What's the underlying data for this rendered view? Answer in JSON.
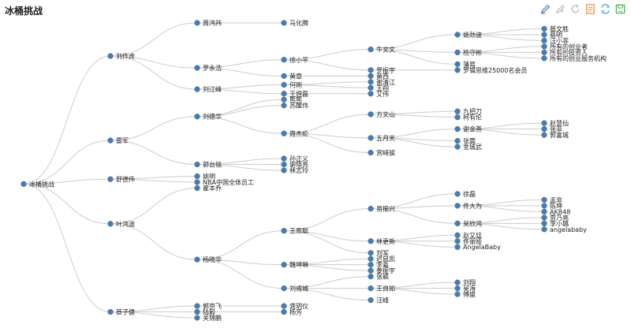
{
  "page": {
    "title": "冰桶挑战"
  },
  "toolbar": [
    {
      "name": "mark-tool",
      "icon": "pencil-icon",
      "color": "#4a7cb2"
    },
    {
      "name": "clear-mark-tool",
      "icon": "eraser-icon",
      "color": "#bbbbbb"
    },
    {
      "name": "refresh-tool",
      "icon": "refresh-icon",
      "color": "#bbbbbb"
    },
    {
      "name": "data-view-tool",
      "icon": "document-icon",
      "color": "#e6943a"
    },
    {
      "name": "restore-tool",
      "icon": "restore-icon",
      "color": "#3aa3e0"
    },
    {
      "name": "save-image-tool",
      "icon": "save-icon",
      "color": "#4caf50"
    }
  ],
  "colors": {
    "node": "#4a7cb2",
    "link": "#cccccc"
  },
  "tree": {
    "name": "冰桶挑战",
    "children": [
      {
        "name": "刘作虎",
        "children": [
          {
            "name": "周鸿祎",
            "children": [
              {
                "name": "马化腾"
              }
            ]
          },
          {
            "name": "罗永浩",
            "children": [
              {
                "name": "徐小平",
                "children": [
                  {
                    "name": "牛文文",
                    "children": [
                      {
                        "name": "姚劲波",
                        "children": [
                          {
                            "name": "蔡文胜"
                          },
                          {
                            "name": "蔡明"
                          },
                          {
                            "name": "汪小菲"
                          }
                        ]
                      },
                      {
                        "name": "杨守彬",
                        "children": [
                          {
                            "name": "所有的创业者"
                          },
                          {
                            "name": "所有的投资人"
                          },
                          {
                            "name": "所有的创业服务机构"
                          }
                        ]
                      },
                      {
                        "name": "蒲易"
                      }
                    ]
                  },
                  {
                    "name": "罗振宇",
                    "children": [
                      {
                        "name": "罗辑思维25000名会员"
                      }
                    ]
                  }
                ]
              },
              {
                "name": "黄章",
                "children": [
                  {
                    "name": "黄西"
                  }
                ]
              }
            ]
          },
          {
            "name": "刘江峰",
            "children": [
              {
                "name": "何刚",
                "children": [
                  {
                    "name": "谢清江"
                  },
                  {
                    "name": "王翔"
                  }
                ]
              },
              {
                "name": "王煜磊",
                "children": [
                  {
                    "name": "艾伟"
                  }
                ]
              }
            ]
          }
        ]
      },
      {
        "name": "雷军",
        "children": [
          {
            "name": "刘德华",
            "children": [
              {
                "name": "熊熊"
              },
              {
                "name": "苏醒伟"
              },
              {
                "name": "周杰伦",
                "children": [
                  {
                    "name": "方文山",
                    "children": [
                      {
                        "name": "九把刀"
                      },
                      {
                        "name": "柯有伦"
                      }
                    ]
                  },
                  {
                    "name": "五月天",
                    "children": [
                      {
                        "name": "谢金燕",
                        "children": [
                          {
                            "name": "赵慧仙"
                          },
                          {
                            "name": "张菲"
                          },
                          {
                            "name": "郭富城"
                          }
                        ]
                      },
                      {
                        "name": "张震"
                      },
                      {
                        "name": "金城武"
                      }
                    ]
                  },
                  {
                    "name": "宫崎骏"
                  }
                ]
              }
            ]
          },
          {
            "name": "郭台铭",
            "children": [
              {
                "name": "孙正义"
              },
              {
                "name": "谢晓亮"
              },
              {
                "name": "林志玲"
              }
            ]
          }
        ]
      },
      {
        "name": "舒德伟",
        "children": [
          {
            "name": "姚明"
          },
          {
            "name": "NBA中国全体员工"
          }
        ]
      },
      {
        "name": "叶鸿波",
        "children": [
          {
            "name": "翟本乔"
          },
          {
            "name": "杨晓华",
            "children": [
              {
                "name": "王思聪",
                "children": [
                  {
                    "name": "易振兴",
                    "children": [
                      {
                        "name": "徐磊"
                      },
                      {
                        "name": "佟大为",
                        "children": [
                          {
                            "name": "孟非"
                          },
                          {
                            "name": "陈坤"
                          },
                          {
                            "name": "AKB48"
                          }
                        ]
                      },
                      {
                        "name": "吴欣鸿",
                        "children": [
                          {
                            "name": "贾乃亮"
                          },
                          {
                            "name": "李小璐"
                          },
                          {
                            "name": "angelababy"
                          }
                        ]
                      }
                    ]
                  },
                  {
                    "name": "林更新",
                    "children": [
                      {
                        "name": "赵又廷"
                      },
                      {
                        "name": "佟丽娅"
                      },
                      {
                        "name": "AngelaBaby"
                      }
                    ]
                  },
                  {
                    "name": "刘军"
                  }
                ]
              },
              {
                "name": "魏坤琳",
                "children": [
                  {
                    "name": "迟鼠凯"
                  },
                  {
                    "name": "李淼"
                  },
                  {
                    "name": "姜振宇"
                  }
                ]
              },
              {
                "name": "刘成城",
                "children": [
                  {
                    "name": "张颖"
                  },
                  {
                    "name": "王自如",
                    "children": [
                      {
                        "name": "刘翔"
                      },
                      {
                        "name": "吴海"
                      },
                      {
                        "name": "傅盛"
                      }
                    ]
                  },
                  {
                    "name": "汪峰"
                  }
                ]
              }
            ]
          }
        ]
      },
      {
        "name": "蔡子健",
        "children": [
          {
            "name": "郭京飞",
            "children": [
              {
                "name": "龚玥仪"
              }
            ]
          },
          {
            "name": "陆毅",
            "children": [
              {
                "name": "杨芳"
              }
            ]
          },
          {
            "name": "关锦鹏"
          }
        ]
      }
    ]
  }
}
